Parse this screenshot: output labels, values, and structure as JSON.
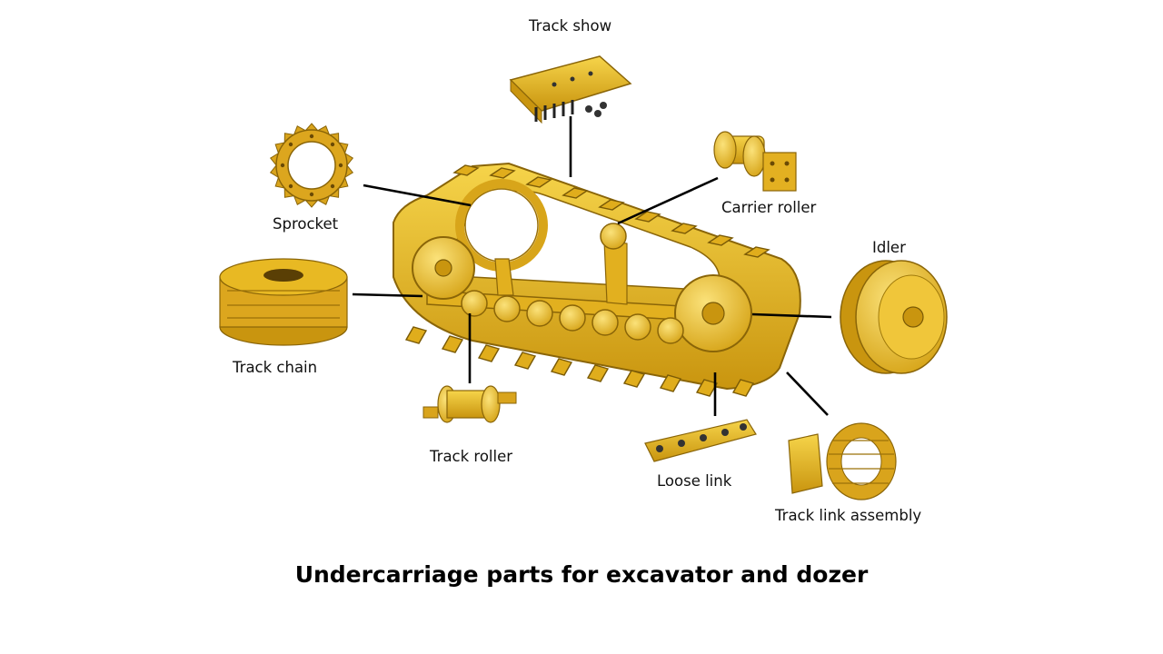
{
  "title": "Undercarriage parts for excavator and dozer",
  "labels": {
    "track_show": "Track show",
    "sprocket": "Sprocket",
    "carrier_roller": "Carrier roller",
    "idler": "Idler",
    "track_chain": "Track chain",
    "track_roller": "Track roller",
    "loose_link": "Loose link",
    "track_link_assembly": "Track link assembly"
  },
  "colors": {
    "part_yellow": "#e8b923",
    "part_dark": "#b88a10",
    "leader_line": "#000000"
  }
}
